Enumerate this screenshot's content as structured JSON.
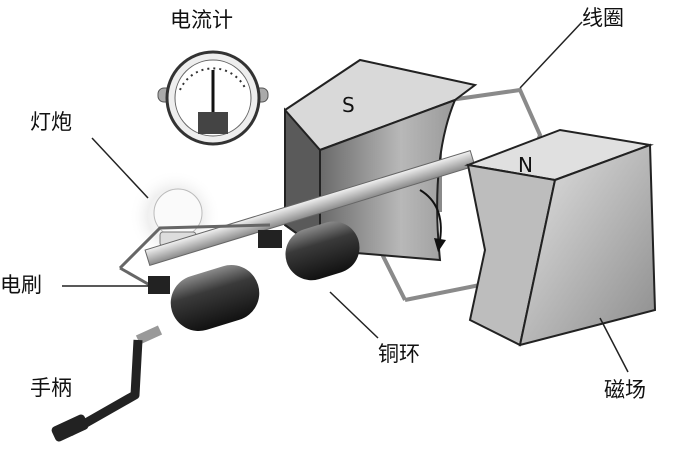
{
  "labels": {
    "galvanometer": "电流计",
    "coil": "线圈",
    "bulb": "灯炮",
    "brush": "电刷",
    "copper_rings": "铜环",
    "handle": "手柄",
    "magnetic_field": "磁场"
  },
  "poles": {
    "south": "S",
    "north": "N"
  },
  "colors": {
    "magnet_light": "#d8d8d8",
    "magnet_dark": "#6e6e6e",
    "ring_dark": "#2a2a2a",
    "wire": "#7a7a7a"
  }
}
